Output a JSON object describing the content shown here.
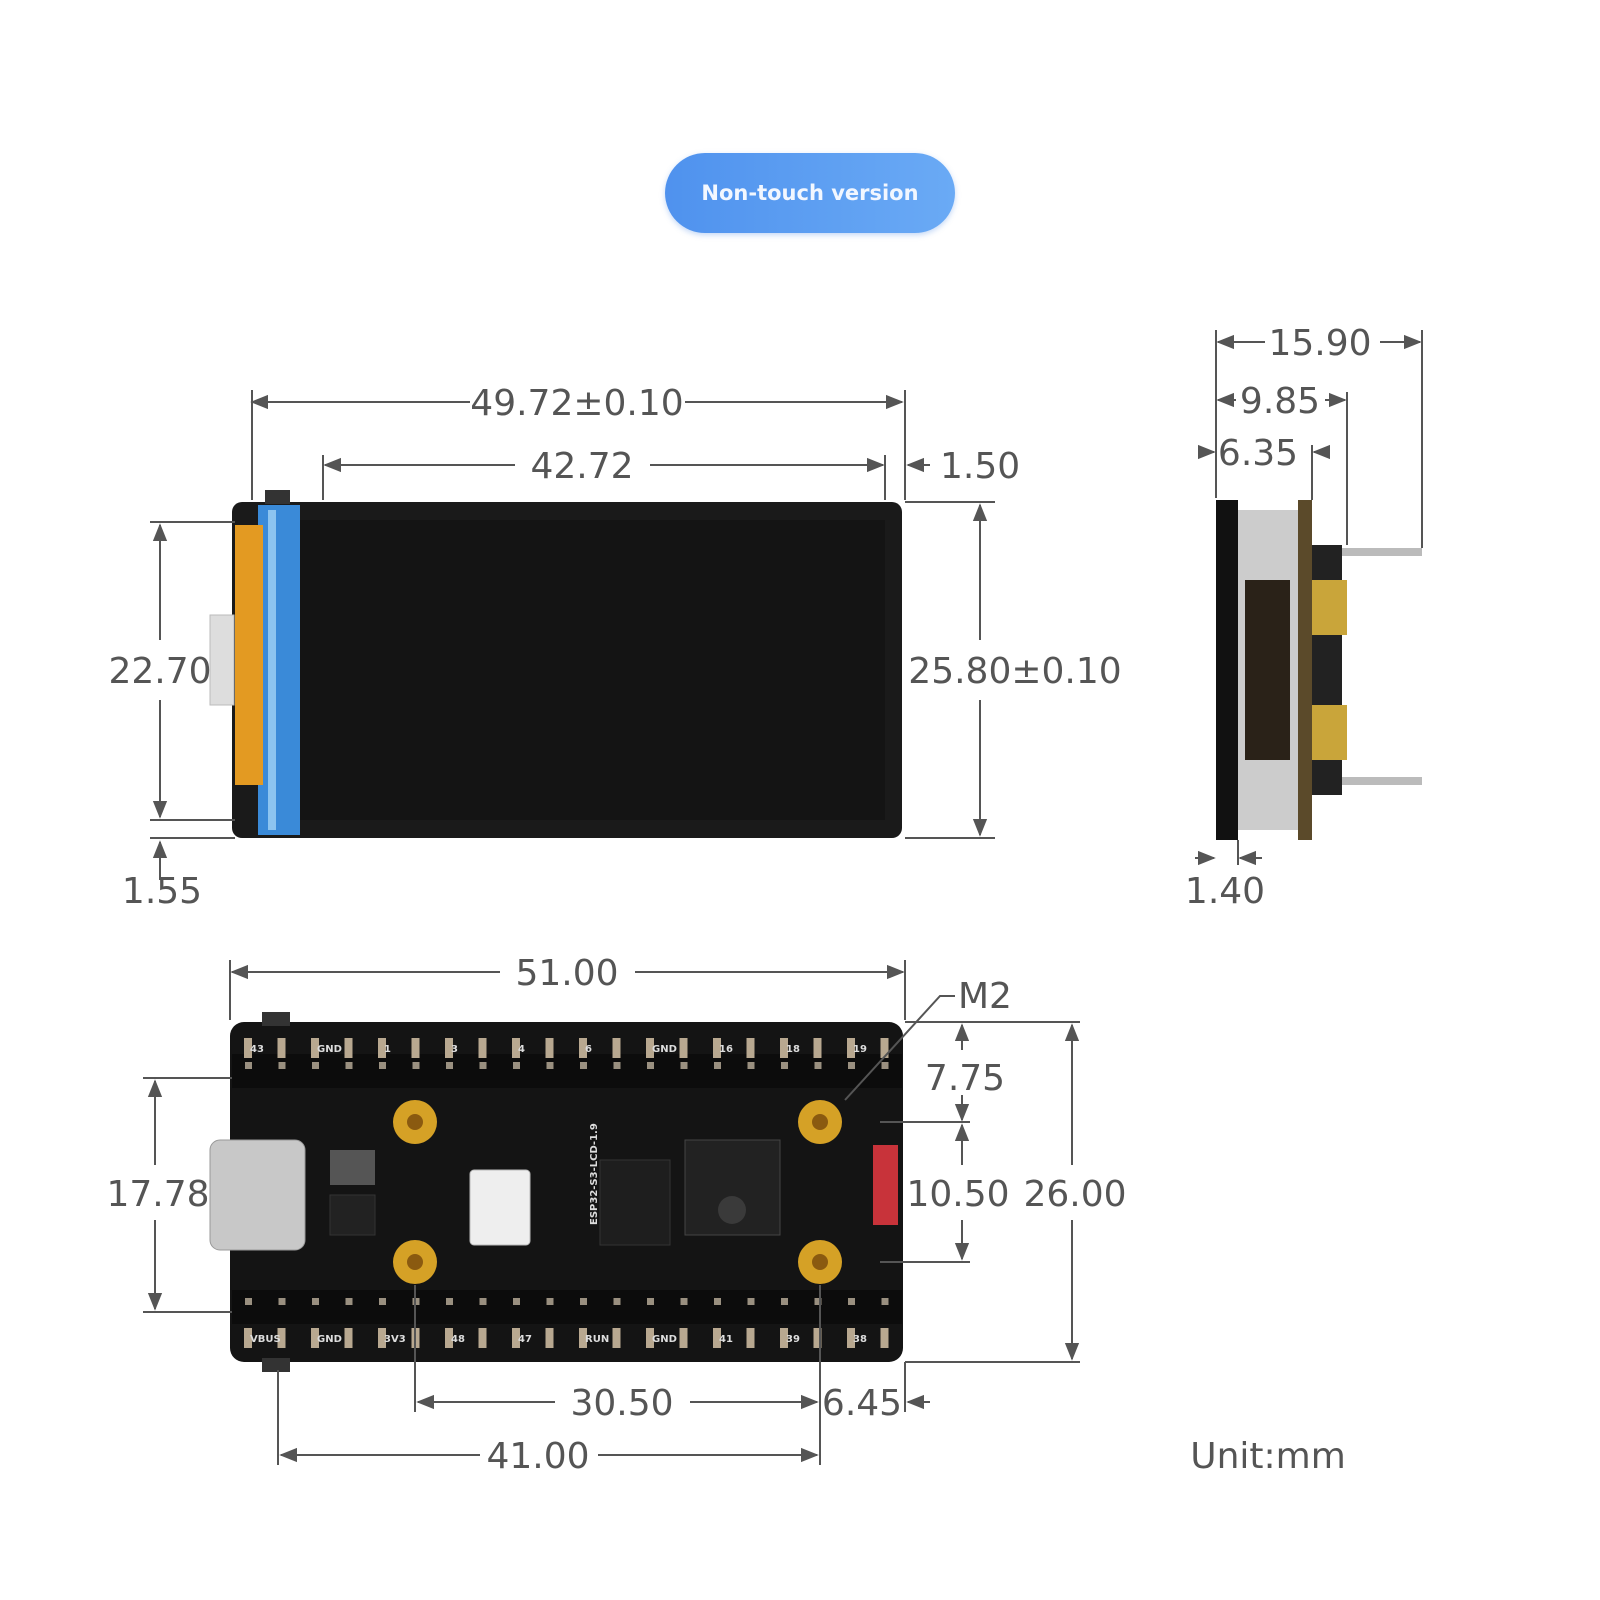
{
  "version_button": "Non-touch version",
  "top_view": {
    "overall_length": "49.72±0.10",
    "screen_length": "42.72",
    "edge_offset": "1.50",
    "screen_height": "22.70",
    "overall_height": "25.80±0.10",
    "bottom_offset": "1.55"
  },
  "side_view": {
    "total_depth": "15.90",
    "board_to_pin": "9.85",
    "lcd_to_board": "6.35",
    "glass_thickness": "1.40"
  },
  "board_view": {
    "board_length": "51.00",
    "hole_type": "M2",
    "hole_offset_top": "7.75",
    "hole_spacing_vertical": "10.50",
    "board_width": "26.00",
    "usb_span": "17.78",
    "hole_spacing_horizontal": "30.50",
    "hole_edge_offset": "6.45",
    "header_span": "41.00",
    "silkscreen_model": "ESP32-S3-LCD-1.9",
    "top_pins": [
      "43",
      "GND",
      "1",
      "3",
      "4",
      "6",
      "GND",
      "16",
      "18",
      "19"
    ],
    "bottom_pins": [
      "VBUS",
      "GND",
      "3V3",
      "48",
      "47",
      "RUN",
      "GND",
      "41",
      "39",
      "38"
    ]
  },
  "unit_label": "Unit:mm"
}
